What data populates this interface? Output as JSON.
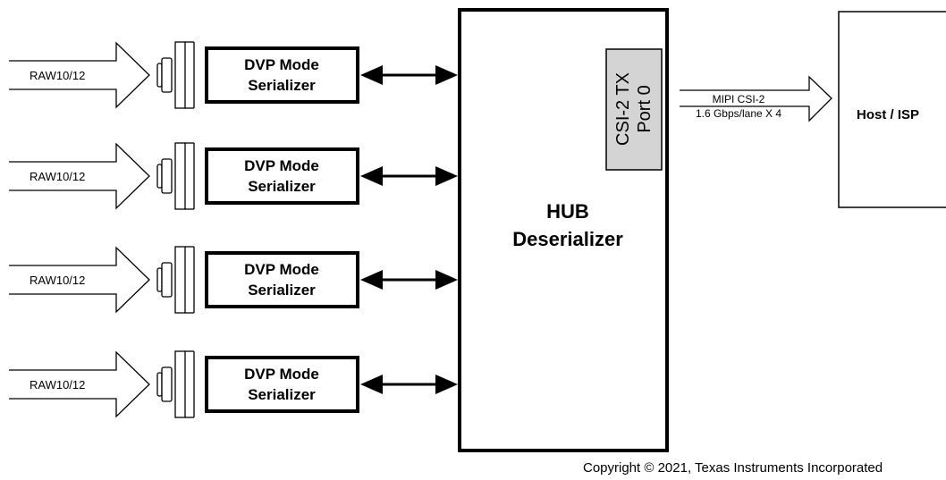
{
  "channels": [
    {
      "input_label": "RAW10/12",
      "serializer_line1": "DVP Mode",
      "serializer_line2": "Serializer"
    },
    {
      "input_label": "RAW10/12",
      "serializer_line1": "DVP Mode",
      "serializer_line2": "Serializer"
    },
    {
      "input_label": "RAW10/12",
      "serializer_line1": "DVP Mode",
      "serializer_line2": "Serializer"
    },
    {
      "input_label": "RAW10/12",
      "serializer_line1": "DVP Mode",
      "serializer_line2": "Serializer"
    }
  ],
  "hub": {
    "line1": "HUB",
    "line2": "Deserializer"
  },
  "csi_port": {
    "line1": "CSI-2 TX",
    "line2": "Port 0"
  },
  "output_link": {
    "line1": "MIPI CSI-2",
    "line2": "1.6 Gbps/lane X 4"
  },
  "host": {
    "label": "Host / ISP"
  },
  "copyright": "Copyright © 2021, Texas Instruments Incorporated",
  "colors": {
    "line": "#000000",
    "csi_fill": "#d4d4d4",
    "background": "#ffffff"
  }
}
